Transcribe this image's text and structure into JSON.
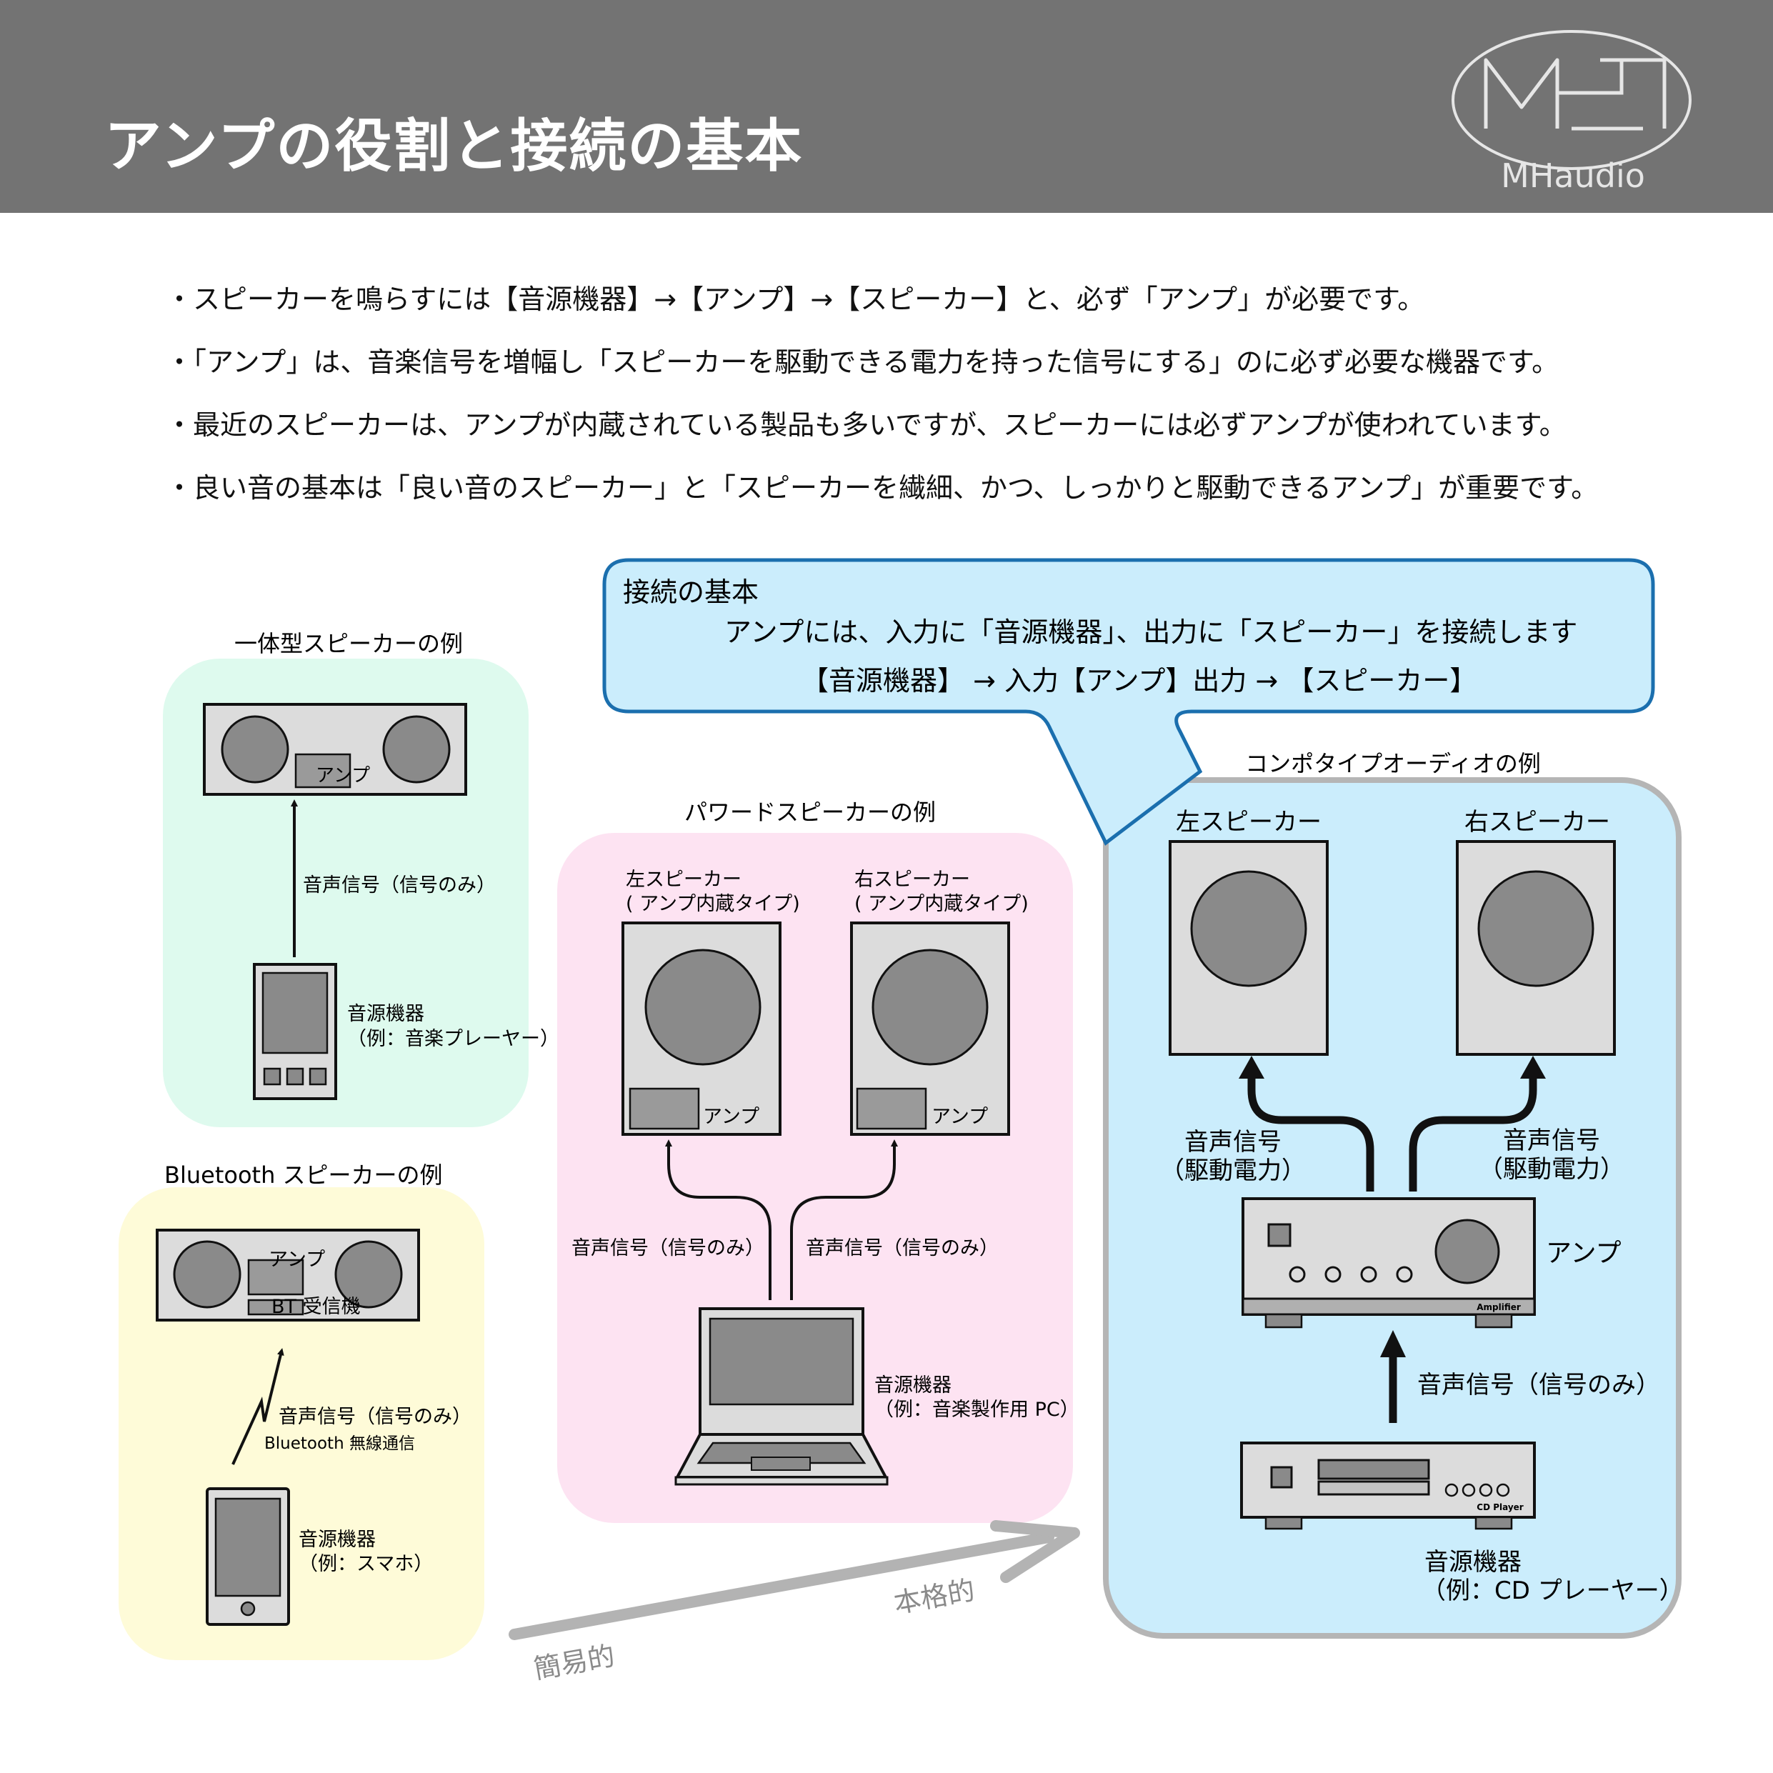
{
  "header": {
    "title": "アンプの役割と接続の基本"
  },
  "logo": {
    "wordmark": "MHaudio"
  },
  "bullets": [
    "・スピーカーを鳴らすには【音源機器】→【アンプ】→【スピーカー】と、必ず「アンプ」が必要です。",
    "・「アンプ」は、音楽信号を増幅し「スピーカーを駆動できる電力を持った信号にする」のに必ず必要な機器です。",
    "・最近のスピーカーは、アンプが内蔵されている製品も多いですが、スピーカーには必ずアンプが使われています。",
    "・良い音の基本は「良い音のスピーカー」と「スピーカーを繊細、かつ、しっかりと駆動できるアンプ」が重要です。"
  ],
  "callout": {
    "heading": "接続の基本",
    "line1": "アンプには、入力に「音源機器」、出力に「スピーカー」を接続します",
    "line2": "【音源機器】 → 入力【アンプ】出力 → 【スピーカー】"
  },
  "integrated": {
    "title": "一体型スピーカーの例",
    "amp_label": "アンプ",
    "signal_label": "音声信号（信号のみ）",
    "source_label_1": "音源機器",
    "source_label_2": "（例：音楽プレーヤー）"
  },
  "bluetooth": {
    "title": "Bluetooth スピーカーの例",
    "amp_label": "アンプ",
    "bt_label": "BT 受信機",
    "signal_label": "音声信号（信号のみ）",
    "wireless_label": "Bluetooth 無線通信",
    "source_label_1": "音源機器",
    "source_label_2": "（例：スマホ）"
  },
  "powered": {
    "title": "パワードスピーカーの例",
    "left_title_1": "左スピーカー",
    "left_title_2": "( アンプ内蔵タイプ)",
    "right_title_1": "右スピーカー",
    "right_title_2": "( アンプ内蔵タイプ)",
    "amp_label": "アンプ",
    "signal_left": "音声信号（信号のみ）",
    "signal_right": "音声信号（信号のみ）",
    "source_label_1": "音源機器",
    "source_label_2": "（例：音楽製作用 PC）"
  },
  "component": {
    "title": "コンポタイプオーディオの例",
    "left_speaker": "左スピーカー",
    "right_speaker": "右スピーカー",
    "drive_left_1": "音声信号",
    "drive_left_2": "（駆動電力）",
    "drive_right_1": "音声信号",
    "drive_right_2": "（駆動電力）",
    "amp_label": "アンプ",
    "amp_badge": "Amplifier",
    "input_label": "音声信号（信号のみ）",
    "cd_badge": "CD Player",
    "source_label_1": "音源機器",
    "source_label_2": "（例：CD プレーヤー）"
  },
  "progression": {
    "simple": "簡易的",
    "serious": "本格的"
  },
  "colors": {
    "header": "#737373",
    "green_panel": "#defaee",
    "yellow_panel": "#fefbd8",
    "pink_panel": "#fde3f2",
    "blue_panel": "#cbedfc",
    "callout_border": "#1b6fae",
    "device_fill": "#dcdcdc",
    "driver_fill": "#8a8a8a"
  }
}
